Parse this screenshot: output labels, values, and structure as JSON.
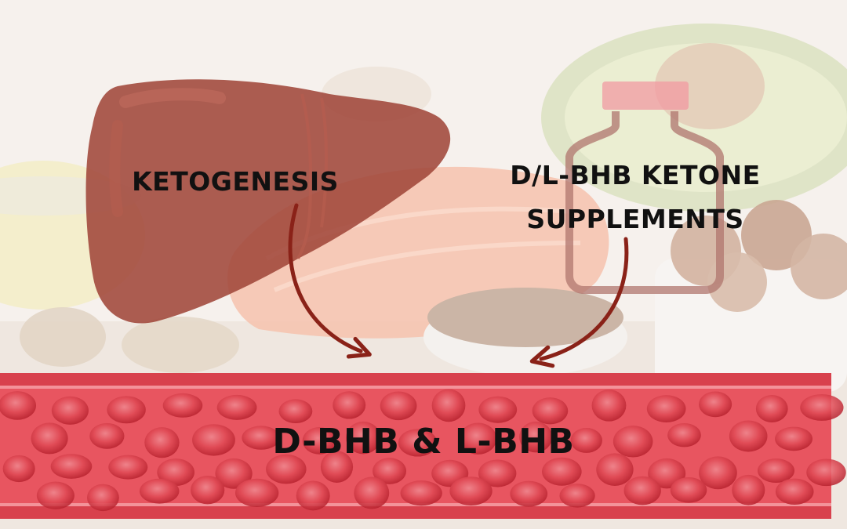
{
  "labels": {
    "ketogenesis": "KETOGENESIS",
    "supplements_line1": "D/L-BHB KETONE",
    "supplements_line2": "SUPPLEMENTS",
    "blood": "D-BHB & L-BHB"
  },
  "colors": {
    "liver": "#a0473a",
    "arrow": "#8a2218",
    "vessel": "#e9525c",
    "vessel_edge": "#cf2f3b",
    "cell": "#d93a45",
    "text": "#111111"
  }
}
